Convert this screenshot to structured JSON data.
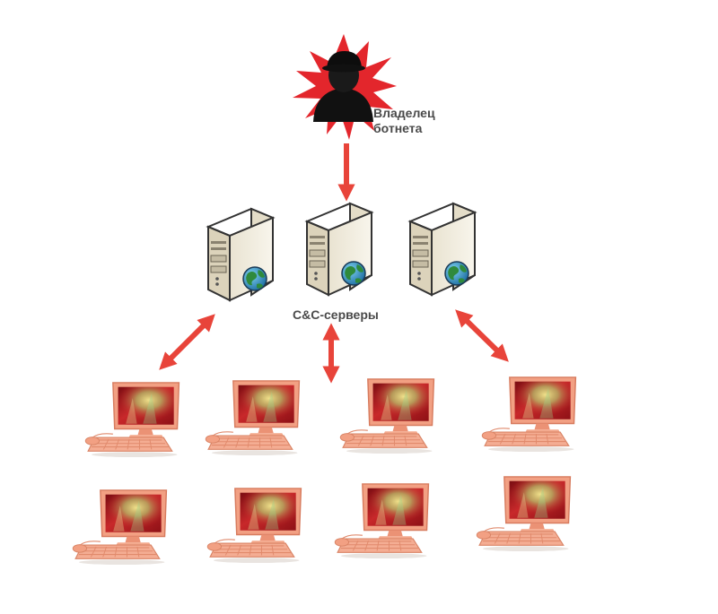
{
  "owner": {
    "label": "Владелец\nботнета",
    "icon": "hacker-icon"
  },
  "servers": {
    "label": "C&C-серверы",
    "count": 3,
    "icon": "server-globe-icon"
  },
  "bots": {
    "count": 8,
    "icon": "desktop-computer-icon"
  },
  "colors": {
    "arrow": "#e8443a",
    "burst": "#e3262c",
    "bot_tint": "#f19a7d",
    "screen": "#b5171f",
    "server_body": "#f3efe3",
    "globe": "#2f8a3c"
  }
}
